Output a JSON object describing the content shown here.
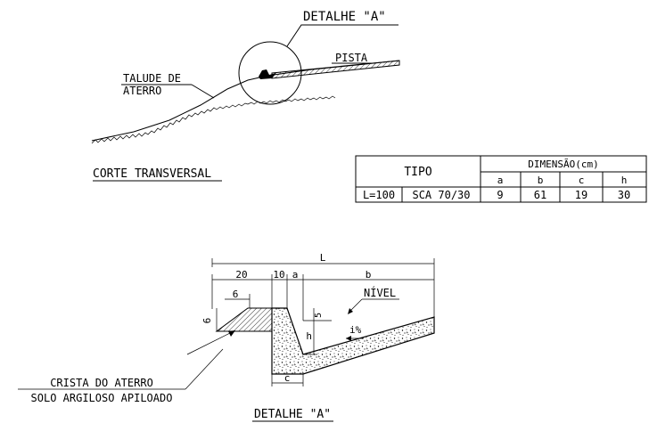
{
  "section": {
    "detail_callout": "DETALHE \"A\"",
    "pavement_label": "PISTA",
    "slope_label_line1": "TALUDE DE",
    "slope_label_line2": "ATERRO",
    "caption": "CORTE TRANSVERSAL"
  },
  "table": {
    "type_header": "TIPO",
    "dimension_header": "DIMENSÃO(cm)",
    "dimension_columns": [
      "a",
      "b",
      "c",
      "h"
    ],
    "rows": [
      {
        "length": "L=100",
        "type": "SCA 70/30",
        "values": [
          "9",
          "61",
          "19",
          "30"
        ]
      }
    ]
  },
  "detail": {
    "dim_L": "L",
    "dim_20": "20",
    "dim_10": "10",
    "dim_a": "a",
    "dim_b": "b",
    "dim_6_top": "6",
    "dim_6_side": "6",
    "dim_5": "5",
    "dim_h": "h",
    "dim_c": "c",
    "level_label": "NÍVEL",
    "slope_label": "i%",
    "crest_label": "CRISTA DO ATERRO",
    "soil_label": "SOLO ARGILOSO APILOADO",
    "caption": "DETALHE \"A\""
  }
}
